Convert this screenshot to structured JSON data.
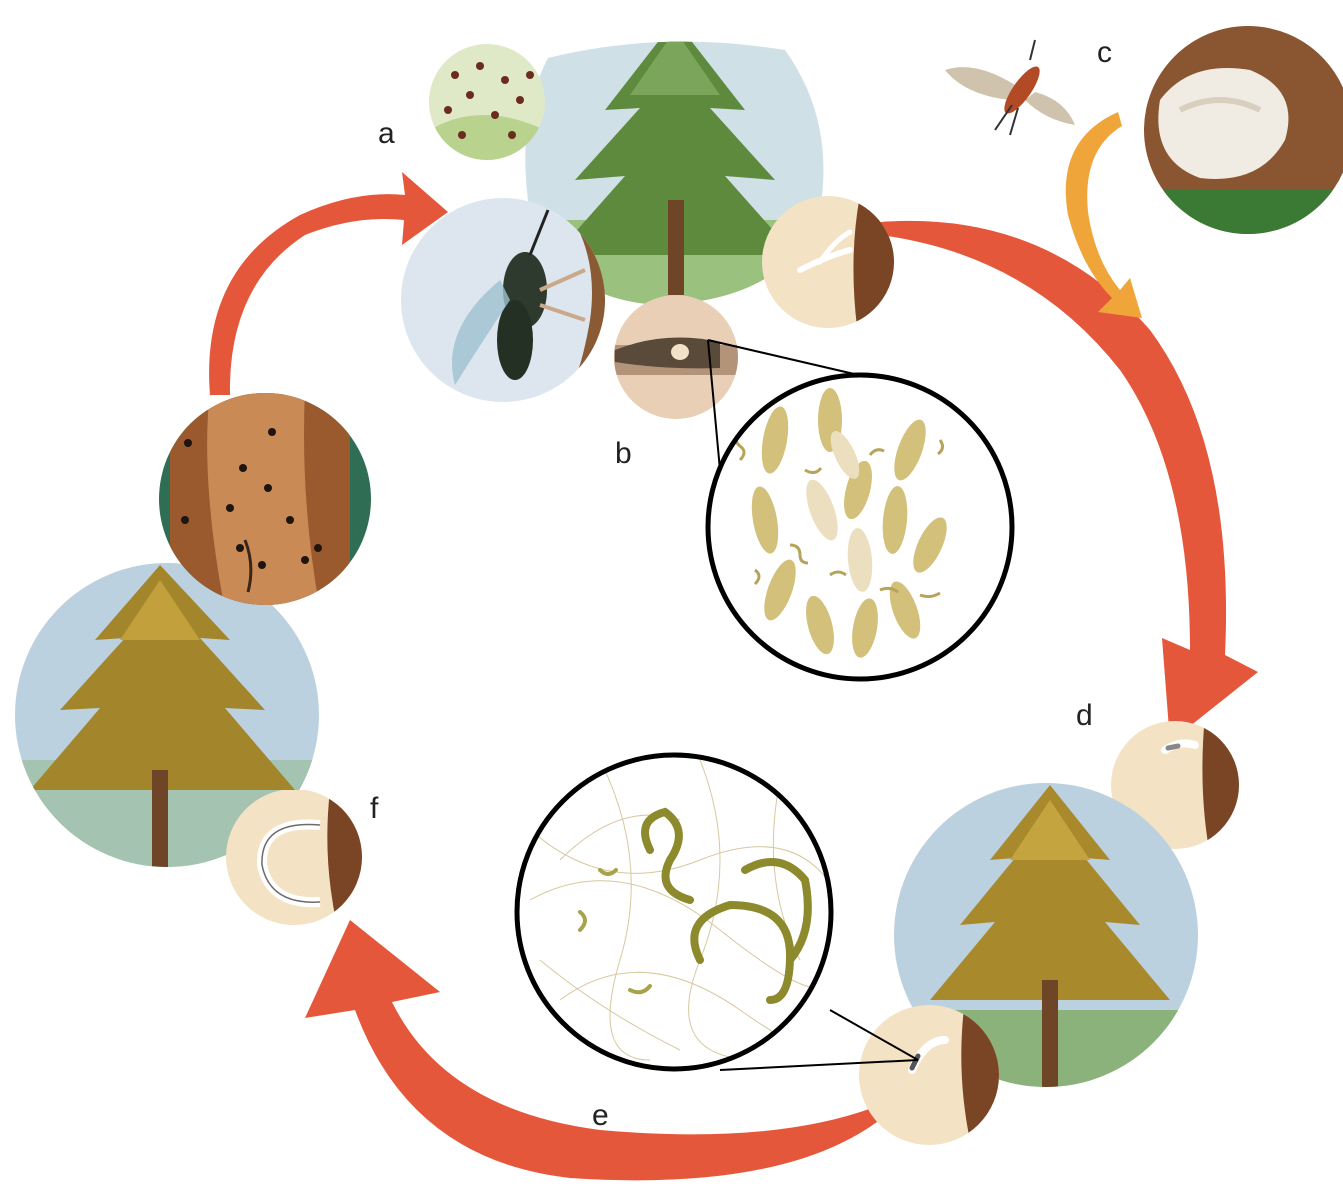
{
  "labels": {
    "a": "a",
    "b": "b",
    "c": "c",
    "d": "d",
    "e": "e",
    "f": "f"
  },
  "colors": {
    "arrow_main": "#e4573b",
    "arrow_fungus": "#f0a53a",
    "tree_green": "#5d8a3c",
    "tree_brown": "#a88a2c",
    "wood": "#f3e2c4",
    "bark": "#7a4524",
    "sky": "#cbdde8"
  },
  "icons": [
    "tree-icon",
    "wasp-icon",
    "egg-icon",
    "nematode-icon",
    "fungus-icon",
    "bark-holes-icon"
  ]
}
